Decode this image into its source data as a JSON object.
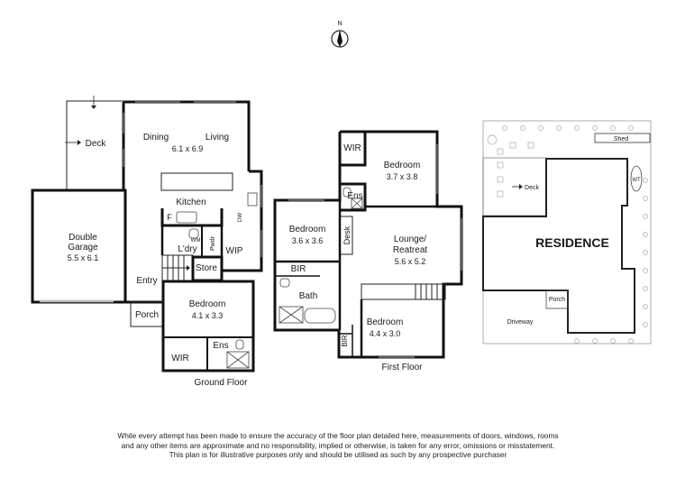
{
  "compass": {
    "north": "N"
  },
  "ground_floor": {
    "caption": "Ground Floor",
    "deck": "Deck",
    "dining": "Dining",
    "living": "Living",
    "dining_living_size": "6.1 x 6.9",
    "kitchen": "Kitchen",
    "fridge": "F",
    "wm": "WM",
    "dw": "DW",
    "laundry": "L'dry",
    "powder": "Pwdr",
    "wip": "WIP",
    "store": "Store",
    "garage": "Double",
    "garage_line2": "Garage",
    "garage_size": "5.5 x 6.1",
    "entry": "Entry",
    "porch": "Porch",
    "bedroom": "Bedroom",
    "bedroom_size": "4.1 x 3.3",
    "wir": "WIR",
    "ens": "Ens"
  },
  "first_floor": {
    "caption": "First Floor",
    "wir_top": "WIR",
    "bedroom_ne": "Bedroom",
    "bedroom_ne_size": "3.7 x 3.8",
    "ens": "Ens",
    "bedroom_w": "Bedroom",
    "bedroom_w_size": "3.6 x 3.6",
    "desk": "Desk",
    "lounge": "Lounge/",
    "lounge_line2": "Reatreat",
    "lounge_size": "5.6 x 5.2",
    "bir_w": "BIR",
    "bath": "Bath",
    "bedroom_s": "Bedroom",
    "bedroom_s_size": "4.4 x 3.0",
    "bir_s": "BIR"
  },
  "site_plan": {
    "shed": "Shed",
    "deck": "Deck",
    "wt": "WT",
    "residence": "RESIDENCE",
    "porch": "Porch",
    "driveway": "Driveway"
  },
  "disclaimer": [
    "While every attempt has been made to ensure the accuracy of the floor plan detailed here, measurements of doors, windows, rooms",
    "and any other items are approximate and no responsibility, implied or otherwise, is taken for any error, omissions or misstatement.",
    "This plan is for illustrative purposes only and should be utilised as such by any prospective purchaser"
  ]
}
